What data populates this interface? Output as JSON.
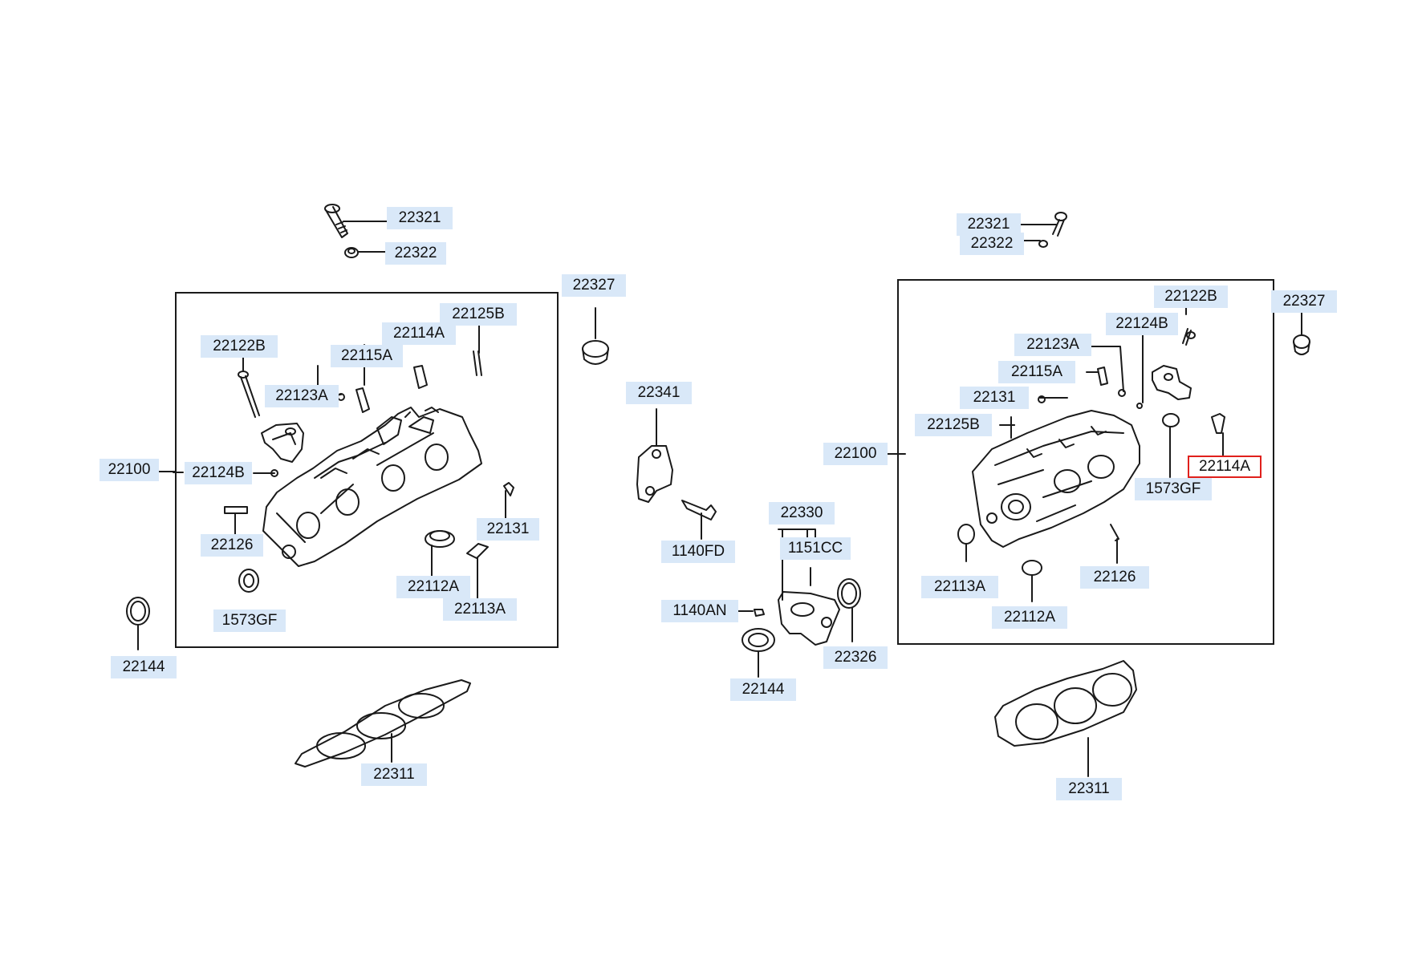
{
  "diagram": {
    "colors": {
      "label_bg": "#d9e8f8",
      "highlight": "#e0201c",
      "line": "#1a1a1a"
    },
    "highlighted_part": "22114A",
    "left_bank": {
      "bolt_top": "22321",
      "washer_top": "22322",
      "box_labels": {
        "a": "22125B",
        "b": "22114A",
        "c": "22115A",
        "d": "22122B",
        "e": "22123A",
        "f": "22100",
        "g": "22124B",
        "h": "22126",
        "i": "22131",
        "j": "1573GF",
        "k": "22112A",
        "l": "22113A"
      },
      "outside_labels": {
        "plug": "22327",
        "seal": "22144",
        "gasket": "22311"
      }
    },
    "center": {
      "bracket": "22341",
      "bolt": "1140FD",
      "housing": "22330",
      "stud": "1151CC",
      "bolt_small": "1140AN",
      "seal": "22144",
      "gasket": "22326"
    },
    "right_bank": {
      "bolt_top": "22321",
      "washer_top": "22322",
      "box_labels": {
        "a": "22122B",
        "b": "22124B",
        "c": "22123A",
        "d": "22115A",
        "e": "22131",
        "f": "22125B",
        "g": "22100",
        "h": "22114A",
        "i": "1573GF",
        "j": "22113A",
        "k": "22126",
        "l": "22112A"
      },
      "outside_labels": {
        "plug": "22327",
        "gasket": "22311"
      }
    }
  }
}
